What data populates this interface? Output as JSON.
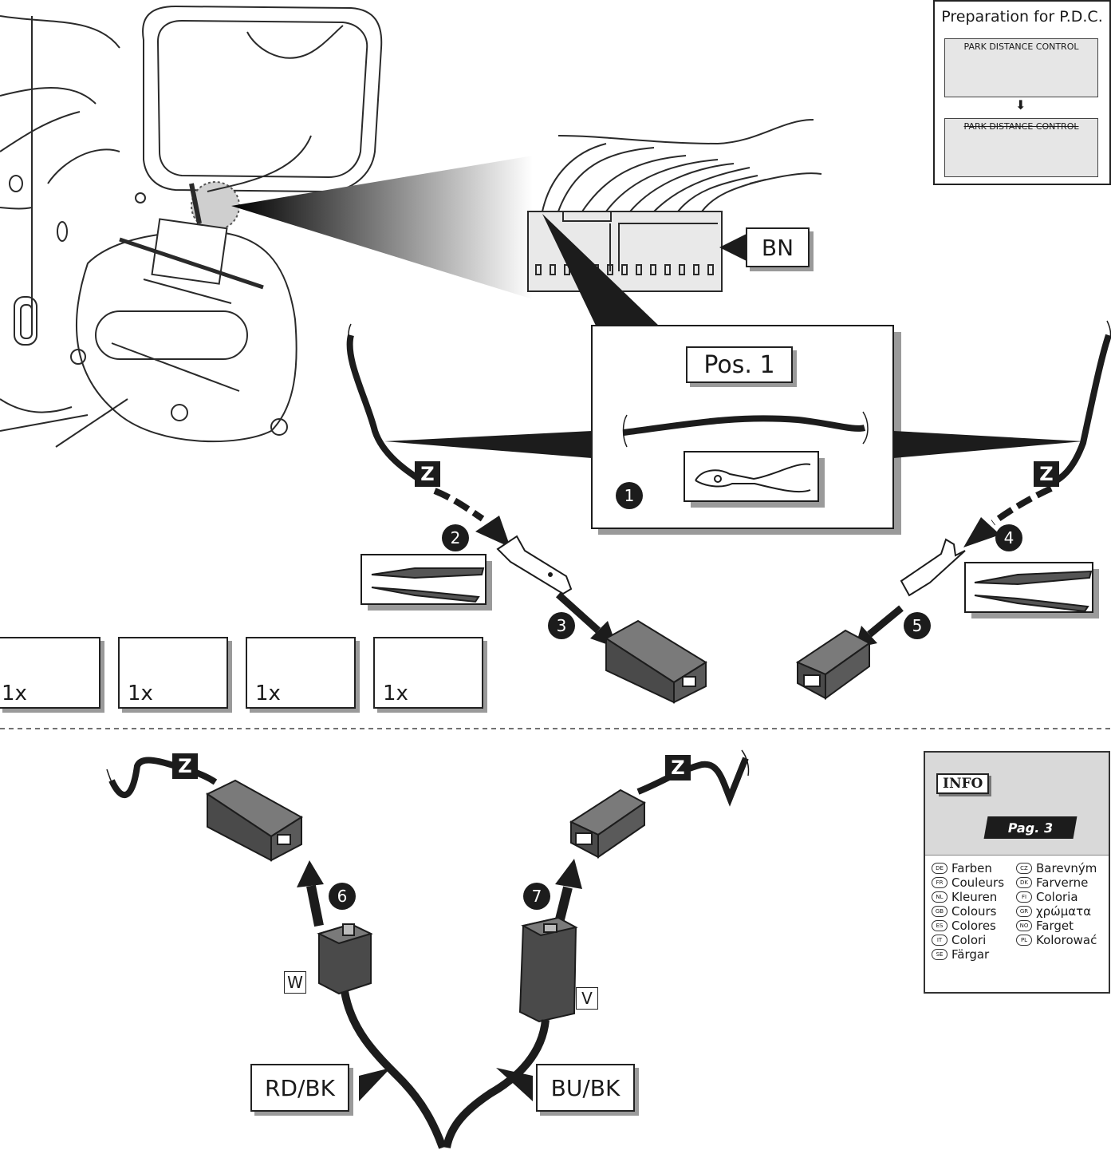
{
  "pdc": {
    "title": "Preparation for P.D.C.",
    "panel1_label": "PARK DISTANCE CONTROL",
    "panel2_label": "PARK DISTANCE CONTROL"
  },
  "connector_label": "BN",
  "position_label": "Pos. 1",
  "z_label": "Z",
  "steps": [
    "1",
    "2",
    "3",
    "4",
    "5",
    "6",
    "7"
  ],
  "kit": [
    {
      "qty": "1x",
      "icon": "flat-receptacle-terminal-icon"
    },
    {
      "qty": "1x",
      "icon": "blade-terminal-icon"
    },
    {
      "qty": "1x",
      "icon": "female-housing-icon"
    },
    {
      "qty": "1x",
      "icon": "male-housing-icon"
    }
  ],
  "housing_labels": {
    "left": "W",
    "right": "V"
  },
  "wire_labels": {
    "left": "RD/BK",
    "right": "BU/BK"
  },
  "info": {
    "tag": "INFO",
    "page": "Pag. 3",
    "languages_left": [
      {
        "code": "DE",
        "text": "Farben"
      },
      {
        "code": "FR",
        "text": "Couleurs"
      },
      {
        "code": "NL",
        "text": "Kleuren"
      },
      {
        "code": "GB",
        "text": "Colours"
      },
      {
        "code": "ES",
        "text": "Colores"
      },
      {
        "code": "IT",
        "text": "Colori"
      },
      {
        "code": "SE",
        "text": "Färgar"
      }
    ],
    "languages_right": [
      {
        "code": "CZ",
        "text": "Barevným"
      },
      {
        "code": "DK",
        "text": "Farverne"
      },
      {
        "code": "FI",
        "text": "Coloria"
      },
      {
        "code": "GR",
        "text": "χρώματα"
      },
      {
        "code": "NO",
        "text": "Farget"
      },
      {
        "code": "PL",
        "text": "Kolorować"
      }
    ]
  },
  "colors": {
    "wire": "#1c1c1c",
    "housing": "#4a4a4a",
    "line": "#2a2a2a",
    "shadow": "#9a9a9a"
  }
}
